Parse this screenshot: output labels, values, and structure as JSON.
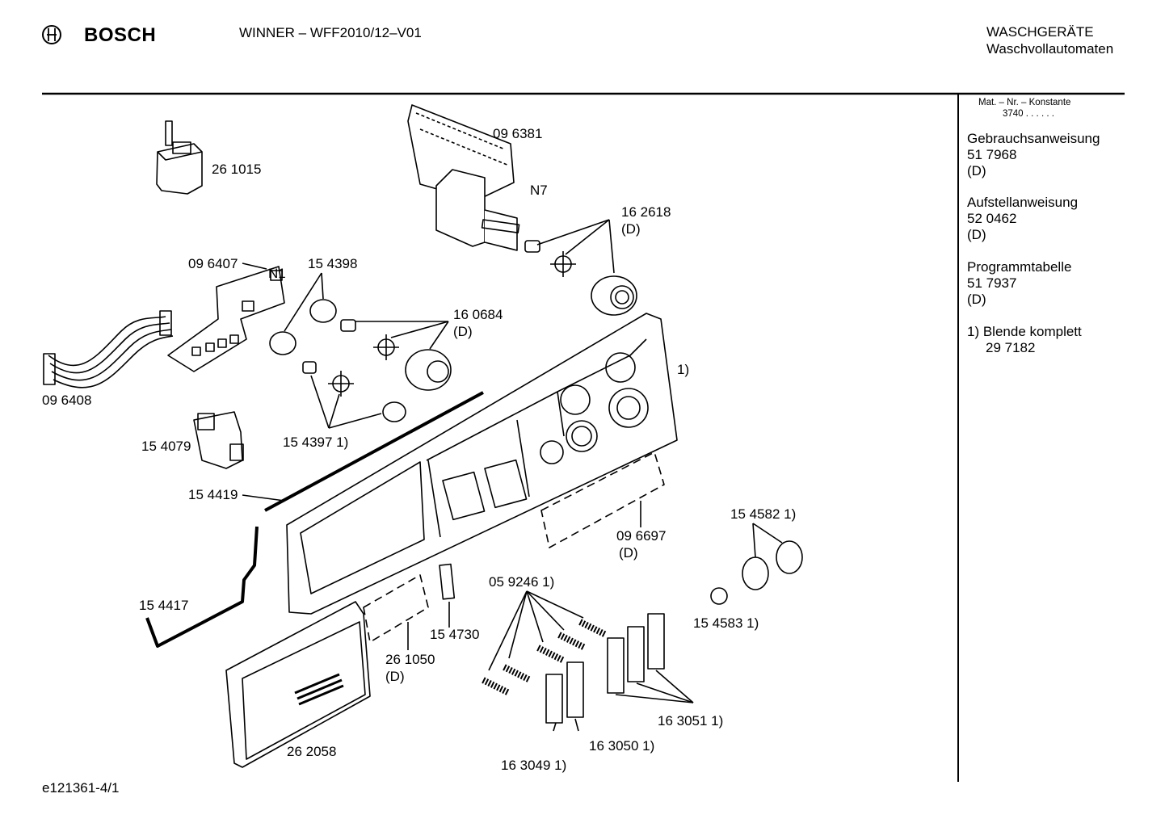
{
  "header": {
    "brand": "BOSCH",
    "model": "WINNER – WFF2010/12–V01",
    "category": "WASCHGERÄTE",
    "subcategory": "Waschvollautomaten"
  },
  "sidebar": {
    "mat_label": "Mat. – Nr. – Konstante",
    "mat_value": "3740  .  .  .  .  .  .",
    "docs": [
      {
        "title": "Gebrauchsanweisung",
        "number": "51 7968",
        "note": "(D)"
      },
      {
        "title": "Aufstellanweisung",
        "number": "52 0462",
        "note": "(D)"
      },
      {
        "title": "Programmtabelle",
        "number": "51 7937",
        "note": "(D)"
      }
    ],
    "footnote": "1) Blende komplett",
    "footnote_number": "29 7182"
  },
  "parts": [
    {
      "label": "26 1015"
    },
    {
      "label": "09 6381"
    },
    {
      "label": "N7"
    },
    {
      "label": "16 2618"
    },
    {
      "label": "(D)"
    },
    {
      "label": "09 6407"
    },
    {
      "label": "N1"
    },
    {
      "label": "15 4398"
    },
    {
      "label": "16 0684"
    },
    {
      "label": "(D)"
    },
    {
      "label": "09 6408"
    },
    {
      "label": "1)"
    },
    {
      "label": "15 4079"
    },
    {
      "label": "15 4397 1)"
    },
    {
      "label": "15 4419"
    },
    {
      "label": "15 4582 1)"
    },
    {
      "label": "09 6697"
    },
    {
      "label": "(D)"
    },
    {
      "label": "15 4417"
    },
    {
      "label": "05 9246 1)"
    },
    {
      "label": "15 4583 1)"
    },
    {
      "label": "15 4730"
    },
    {
      "label": "26 1050"
    },
    {
      "label": "(D)"
    },
    {
      "label": "16 3051 1)"
    },
    {
      "label": "26 2058"
    },
    {
      "label": "16 3050 1)"
    },
    {
      "label": "16 3049 1)"
    }
  ],
  "footer": {
    "drawing_id": "e121361-4/1"
  }
}
